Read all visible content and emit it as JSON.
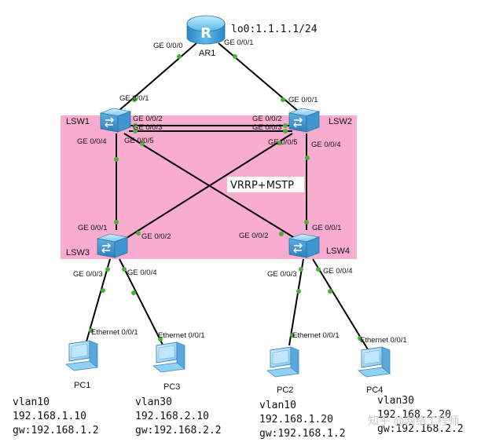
{
  "router": {
    "name": "AR1",
    "loopback": "lo0:1.1.1.1/24"
  },
  "switches": {
    "lsw1": "LSW1",
    "lsw2": "LSW2",
    "lsw3": "LSW3",
    "lsw4": "LSW4"
  },
  "zone_label": "VRRP+MSTP",
  "ports": {
    "ar1_to_lsw1": "GE 0/0/0",
    "ar1_to_lsw2": "GE 0/0/1",
    "lsw1_up": "GE 0/0/1",
    "lsw2_up": "GE 0/0/1",
    "lsw1_trunk_a": "GE 0/0/2",
    "lsw1_trunk_b": "GE 0/0/3",
    "lsw2_trunk_a": "GE 0/0/2",
    "lsw2_trunk_b": "GE 0/0/3",
    "lsw1_down_a": "GE 0/0/4",
    "lsw1_down_b": "GE 0/0/5",
    "lsw2_down_a": "GE 0/0/5",
    "lsw2_down_b": "GE 0/0/4",
    "lsw3_up_a": "GE 0/0/1",
    "lsw3_up_b": "GE 0/0/2",
    "lsw4_up_a": "GE 0/0/2",
    "lsw4_up_b": "GE 0/0/1",
    "lsw3_pc_a": "GE 0/0/3",
    "lsw3_pc_b": "GE 0/0/4",
    "lsw4_pc_a": "GE 0/0/3",
    "lsw4_pc_b": "GE 0/0/4",
    "pc1_eth": "Ethernet 0/0/1",
    "pc3_eth": "Ethernet 0/0/1",
    "pc2_eth": "Ethernet 0/0/1",
    "pc4_eth": "Ethernet 0/0/1"
  },
  "pcs": {
    "pc1": {
      "name": "PC1",
      "vlan": "vlan10",
      "ip": "192.168.1.10",
      "gw": "gw:192.168.1.2"
    },
    "pc3": {
      "name": "PC3",
      "vlan": "vlan30",
      "ip": "192.168.2.10",
      "gw": "gw:192.168.2.2"
    },
    "pc2": {
      "name": "PC2",
      "vlan": "vlan10",
      "ip": "192.168.1.20",
      "gw": "gw:192.168.1.2"
    },
    "pc4": {
      "name": "PC4",
      "vlan": "vlan30",
      "ip": "192.168.2.20",
      "gw": "gw:192.168.2.2"
    }
  },
  "watermark": "知乎 @网络工程师"
}
